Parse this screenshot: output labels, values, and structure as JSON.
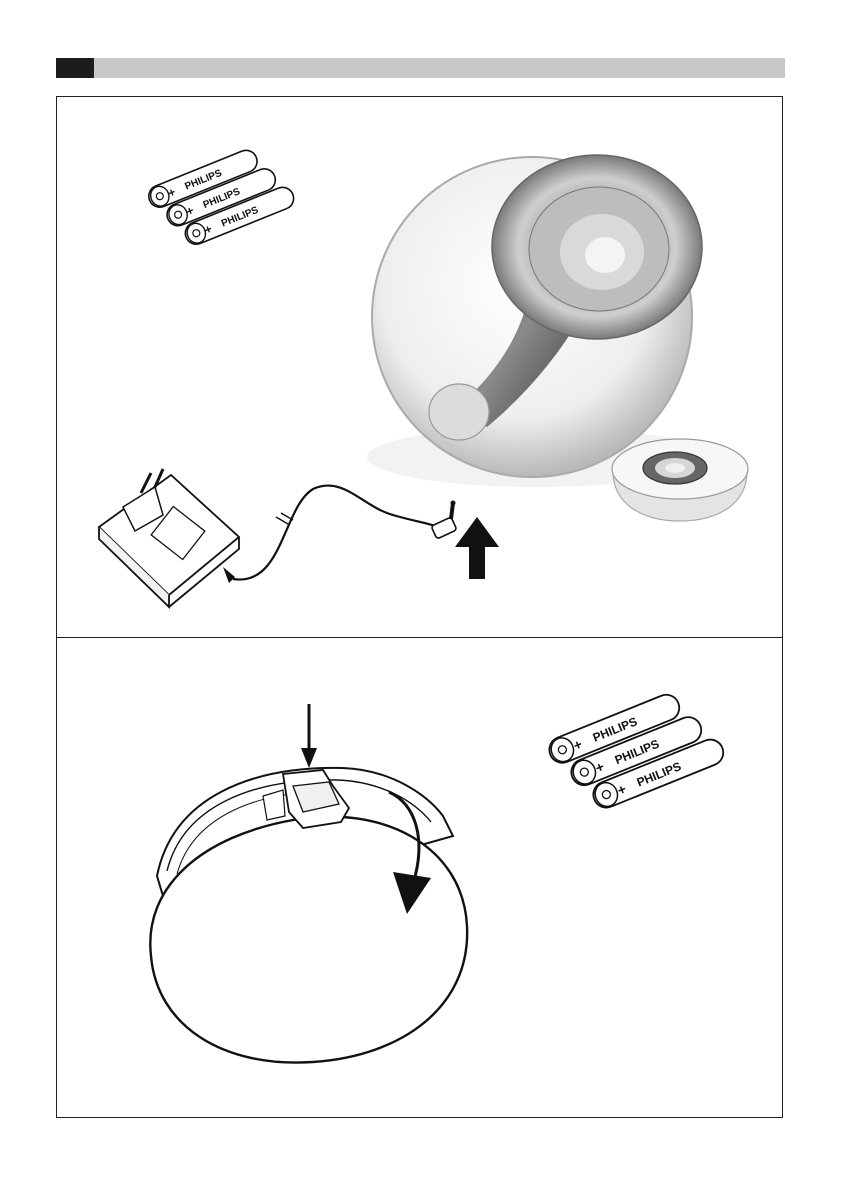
{
  "battery_brand": "PHILIPS",
  "battery_terminal": "+",
  "colors": {
    "header_bar": "#c8c8c8",
    "header_tab": "#1c1c1c",
    "border": "#222222"
  },
  "panels": [
    {
      "name": "power-setup",
      "items": [
        "battery-pack-icon",
        "living-colors-lamp",
        "remote-control",
        "power-adapter-icon",
        "plug-arrow-up-icon"
      ]
    },
    {
      "name": "remote-battery-replacement",
      "items": [
        "remote-underside-icon",
        "press-arrow-down-icon",
        "rotate-arrow-icon",
        "battery-pack-icon"
      ]
    }
  ]
}
